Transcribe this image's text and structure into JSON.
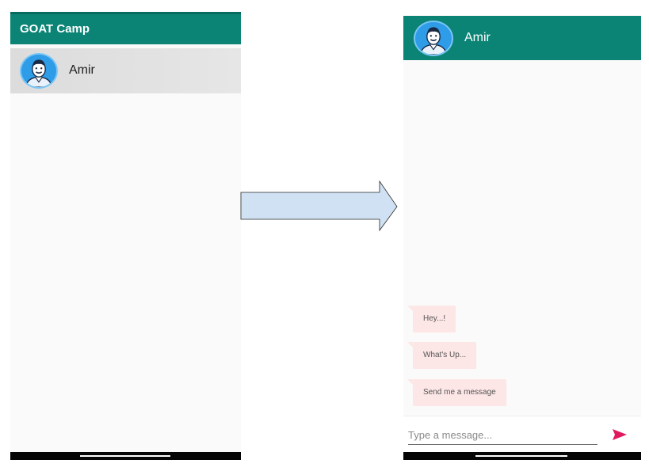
{
  "colors": {
    "appbar": "#0b8476",
    "bubble": "#fde6e6",
    "send": "#e0195f",
    "arrow_fill": "#cfe1f3"
  },
  "chat_list_screen": {
    "title": "GOAT Camp",
    "chats": [
      {
        "name": "Amir",
        "avatar_icon": "user-avatar-icon"
      }
    ]
  },
  "transition": {
    "icon": "right-arrow-icon"
  },
  "chat_screen": {
    "contact_name": "Amir",
    "avatar_icon": "user-avatar-icon",
    "messages": [
      {
        "text": "Hey...!"
      },
      {
        "text": "What's Up..."
      },
      {
        "text": "Send me a message"
      }
    ],
    "composer": {
      "placeholder": "Type a message...",
      "value": "",
      "send_icon": "send-icon"
    }
  }
}
